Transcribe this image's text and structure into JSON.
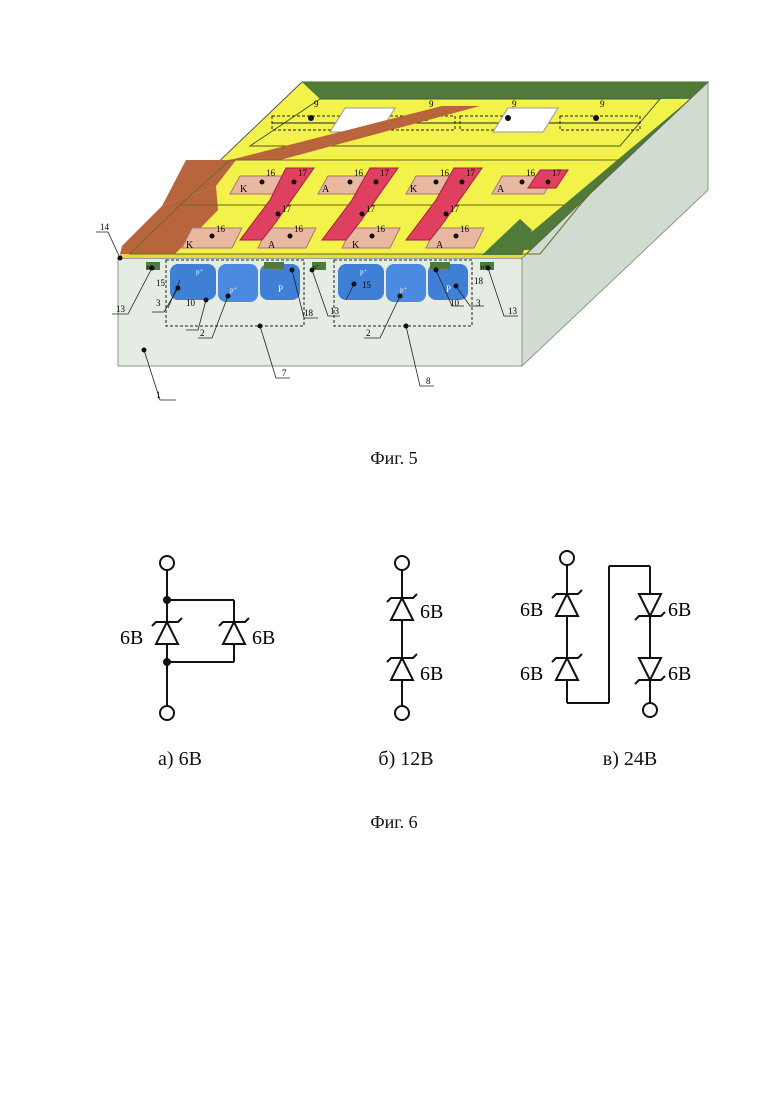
{
  "figure5": {
    "caption": "Фиг. 5",
    "callouts": [
      "1",
      "2",
      "3",
      "7",
      "8",
      "9",
      "10",
      "13",
      "14",
      "15",
      "16",
      "17",
      "18"
    ],
    "pad_labels": {
      "cathode": "K",
      "anode": "A"
    },
    "region_labels": {
      "p_plus": "p⁺",
      "p": "P",
      "n_plus": "n⁺"
    },
    "colors": {
      "substrate": "#dfe8df",
      "oxide": "#f2f24a",
      "metal_bus": "#b8643c",
      "guard": "#4f7a3a",
      "pad": "#e8b8a0",
      "contact": "#e04060",
      "diffusion": "#3f7fd6"
    }
  },
  "figure6": {
    "caption": "Фиг. 6",
    "circuits": [
      {
        "caption": "а) 6В",
        "labels": [
          "6В",
          "6В"
        ]
      },
      {
        "caption": "б) 12В",
        "labels": [
          "6В",
          "6В"
        ]
      },
      {
        "caption": "в) 24В",
        "labels": [
          "6В",
          "6В",
          "6В",
          "6В"
        ]
      }
    ]
  }
}
